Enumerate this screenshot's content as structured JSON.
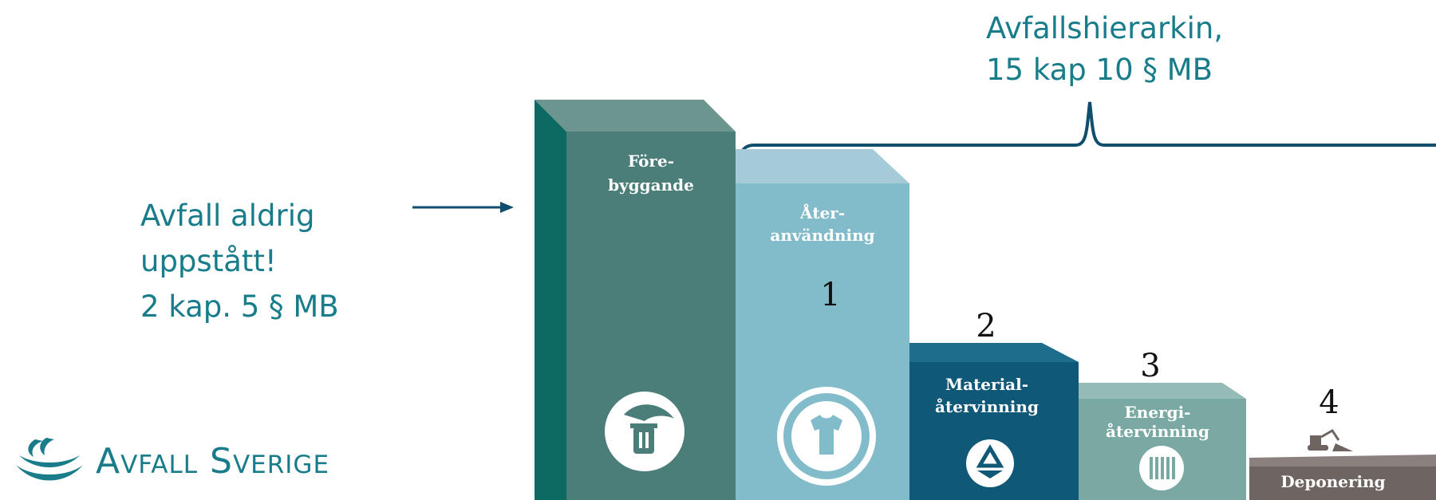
{
  "hierarchy_title": {
    "line1": "Avfallshierarkin,",
    "line2": "15 kap 10 § MB"
  },
  "left_note": {
    "line1": "Avfall aldrig",
    "line2": "uppstått!",
    "line3": "2 kap. 5 § MB"
  },
  "logo": {
    "text": "Avfall Sverige"
  },
  "steps": [
    {
      "label_line1": "Före-",
      "label_line2": "byggande",
      "number": "",
      "icon": "hand-with-bin-icon"
    },
    {
      "label_line1": "Åter-",
      "label_line2": "användning",
      "number": "1",
      "icon": "shirt-reuse-icon"
    },
    {
      "label_line1": "Material-",
      "label_line2": "återvinning",
      "number": "2",
      "icon": "recycle-icon"
    },
    {
      "label_line1": "Energi-",
      "label_line2": "återvinning",
      "number": "3",
      "icon": "radiator-icon"
    },
    {
      "label_line1": "Deponering",
      "label_line2": "",
      "number": "4",
      "icon": "excavator-icon"
    }
  ],
  "colors": {
    "teal_text": "#187c8a",
    "prevention": "#4b7d79",
    "reuse": "#82bccb",
    "material": "#0f5878",
    "energy": "#7aa8a3",
    "landfill": "#6e6461",
    "bracket": "#104e6e"
  }
}
